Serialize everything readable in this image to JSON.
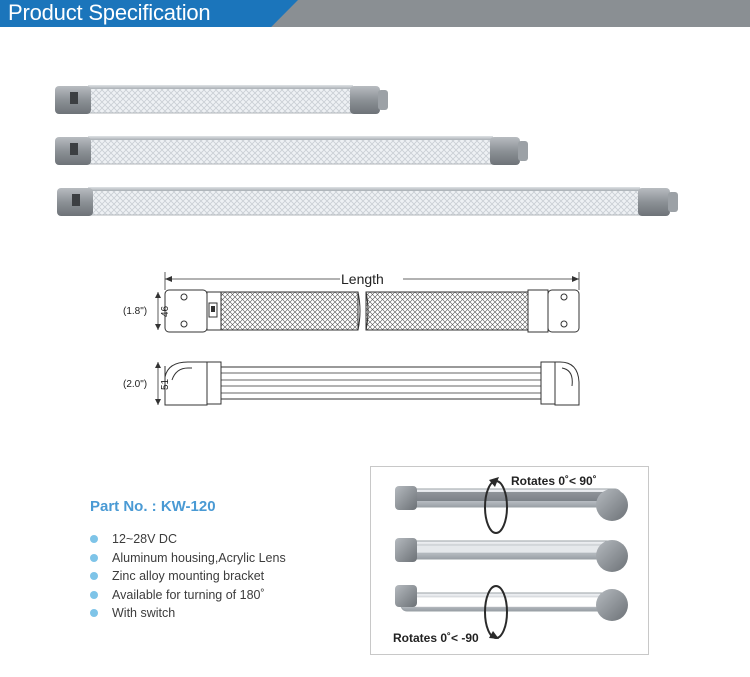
{
  "header": {
    "title": "Product Specification",
    "tab_color": "#1b75bb",
    "bar_color": "#8a8f93"
  },
  "diagram": {
    "length_label": "Length",
    "top_height_mm": "46",
    "top_height_in": "(1.8\")",
    "bottom_height_mm": "51",
    "bottom_height_in": "(2.0\")"
  },
  "product": {
    "part_no": "Part No. : KW-120",
    "features": [
      "12~28V DC",
      "Aluminum housing,Acrylic Lens",
      "Zinc alloy mounting bracket",
      "Available for turning of 180˚",
      "With switch"
    ],
    "accent_color": "#4a9ad4",
    "bullet_color": "#7ec4e8"
  },
  "rotation": {
    "top_label": "Rotates 0˚< 90˚",
    "bottom_label": "Rotates 0˚< -90"
  }
}
